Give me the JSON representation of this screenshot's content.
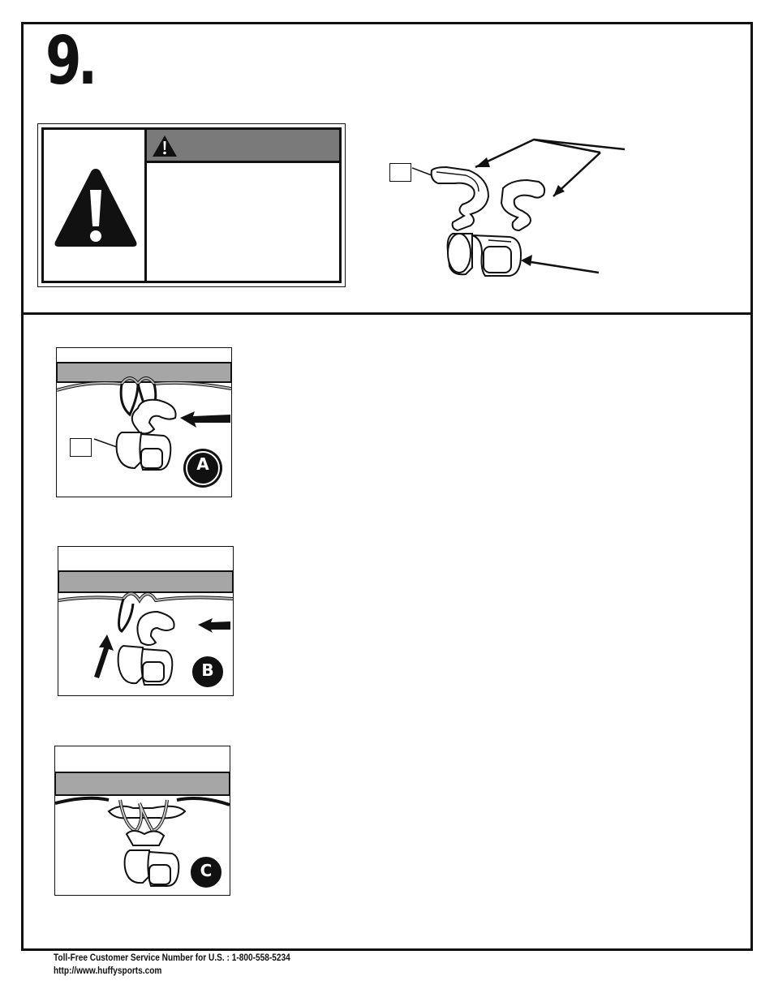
{
  "step": {
    "number": "9."
  },
  "warning": {
    "header_text": "",
    "body_text": ""
  },
  "figures": {
    "main": {
      "callout": ""
    },
    "panel_a": {
      "badge": "A",
      "callout": ""
    },
    "panel_b": {
      "badge": "B"
    },
    "panel_c": {
      "badge": "C"
    }
  },
  "footer": {
    "phone_line": "Toll-Free Customer Service Number for U.S. : 1-800-558-5234",
    "url": "http://www.huffysports.com"
  },
  "icons": {
    "warning_large": "warning-triangle-icon",
    "warning_small": "warning-triangle-icon",
    "arrows": "arrow-icon"
  }
}
